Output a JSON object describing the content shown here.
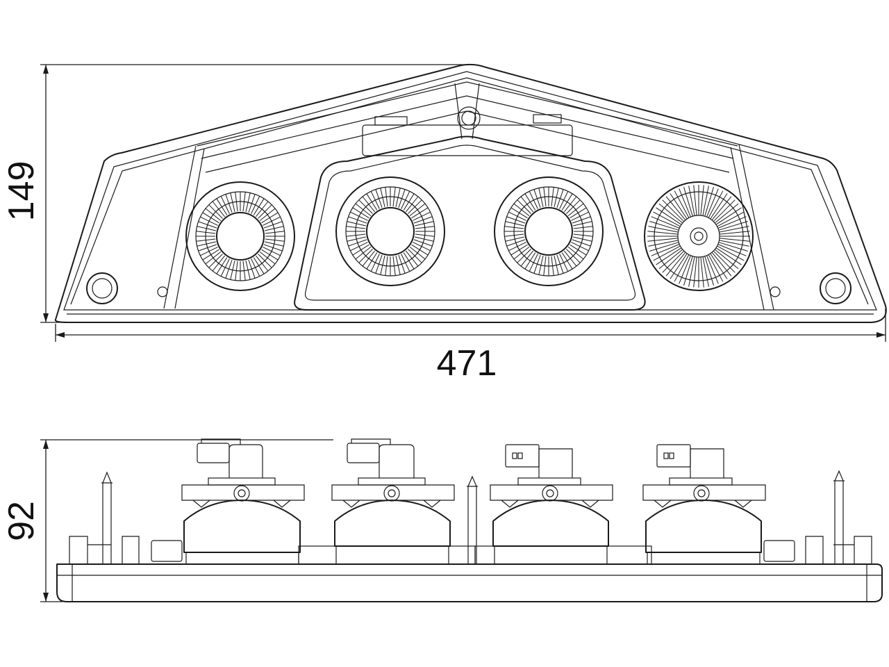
{
  "dimensions": {
    "front_height": "149",
    "front_width": "471",
    "side_height": "92"
  },
  "colors": {
    "line": "#1a1a1a",
    "background": "#ffffff"
  }
}
